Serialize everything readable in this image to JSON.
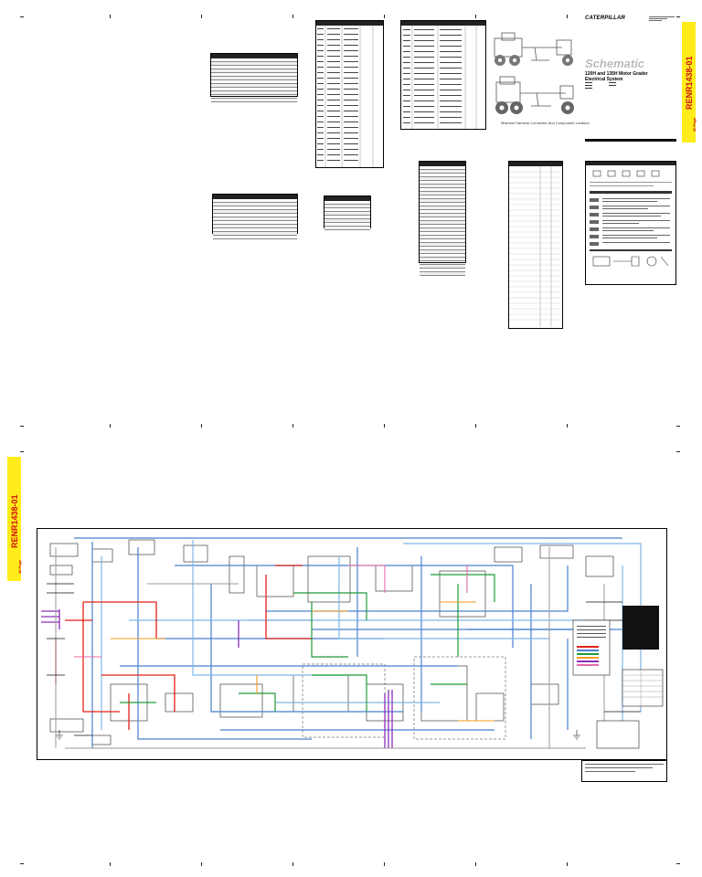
{
  "document_id": "RENR1438-01",
  "page_count_note": "40 Page",
  "brand": "CATERPILLAR",
  "title": "Schematic",
  "subtitle_line1": "120H and 135H Motor Grader",
  "subtitle_line2": "Electrical System",
  "location_caption": "Machine Harness Connector And Component Location",
  "colors": {
    "yellow_tab": "#ffec1a",
    "wire_red": "#e32119",
    "wire_blue": "#4a7fd0",
    "wire_green": "#1f9b3a",
    "wire_purple": "#8a2fb8",
    "wire_orange": "#f39a1e",
    "wire_pink": "#e86aa6",
    "wire_gray": "#9a9a9a",
    "wire_lightblue": "#7fb6e6",
    "wire_black": "#111111"
  }
}
